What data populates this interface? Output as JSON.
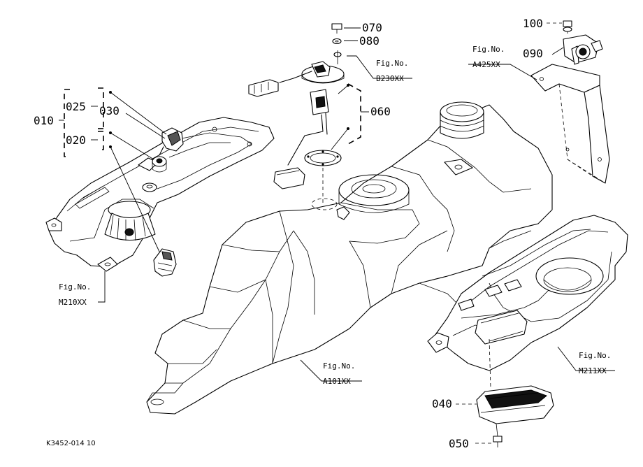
{
  "part_numbers": {
    "p010": "010",
    "p020": "020",
    "p025": "025",
    "p030": "030",
    "p040": "040",
    "p050": "050",
    "p060": "060",
    "p070": "070",
    "p080": "080",
    "p090": "090",
    "p100": "100"
  },
  "figure_refs": {
    "m210": {
      "line1": "Fig.No.",
      "line2": "M210XX"
    },
    "b230": {
      "line1": "Fig.No.",
      "line2": "B230XX"
    },
    "a425": {
      "line1": "Fig.No.",
      "line2": "A425XX"
    },
    "a101": {
      "line1": "Fig.No.",
      "line2": "A101XX"
    },
    "m211": {
      "line1": "Fig.No.",
      "line2": "M211XX"
    }
  },
  "drawing_code": "K3452-014 10"
}
